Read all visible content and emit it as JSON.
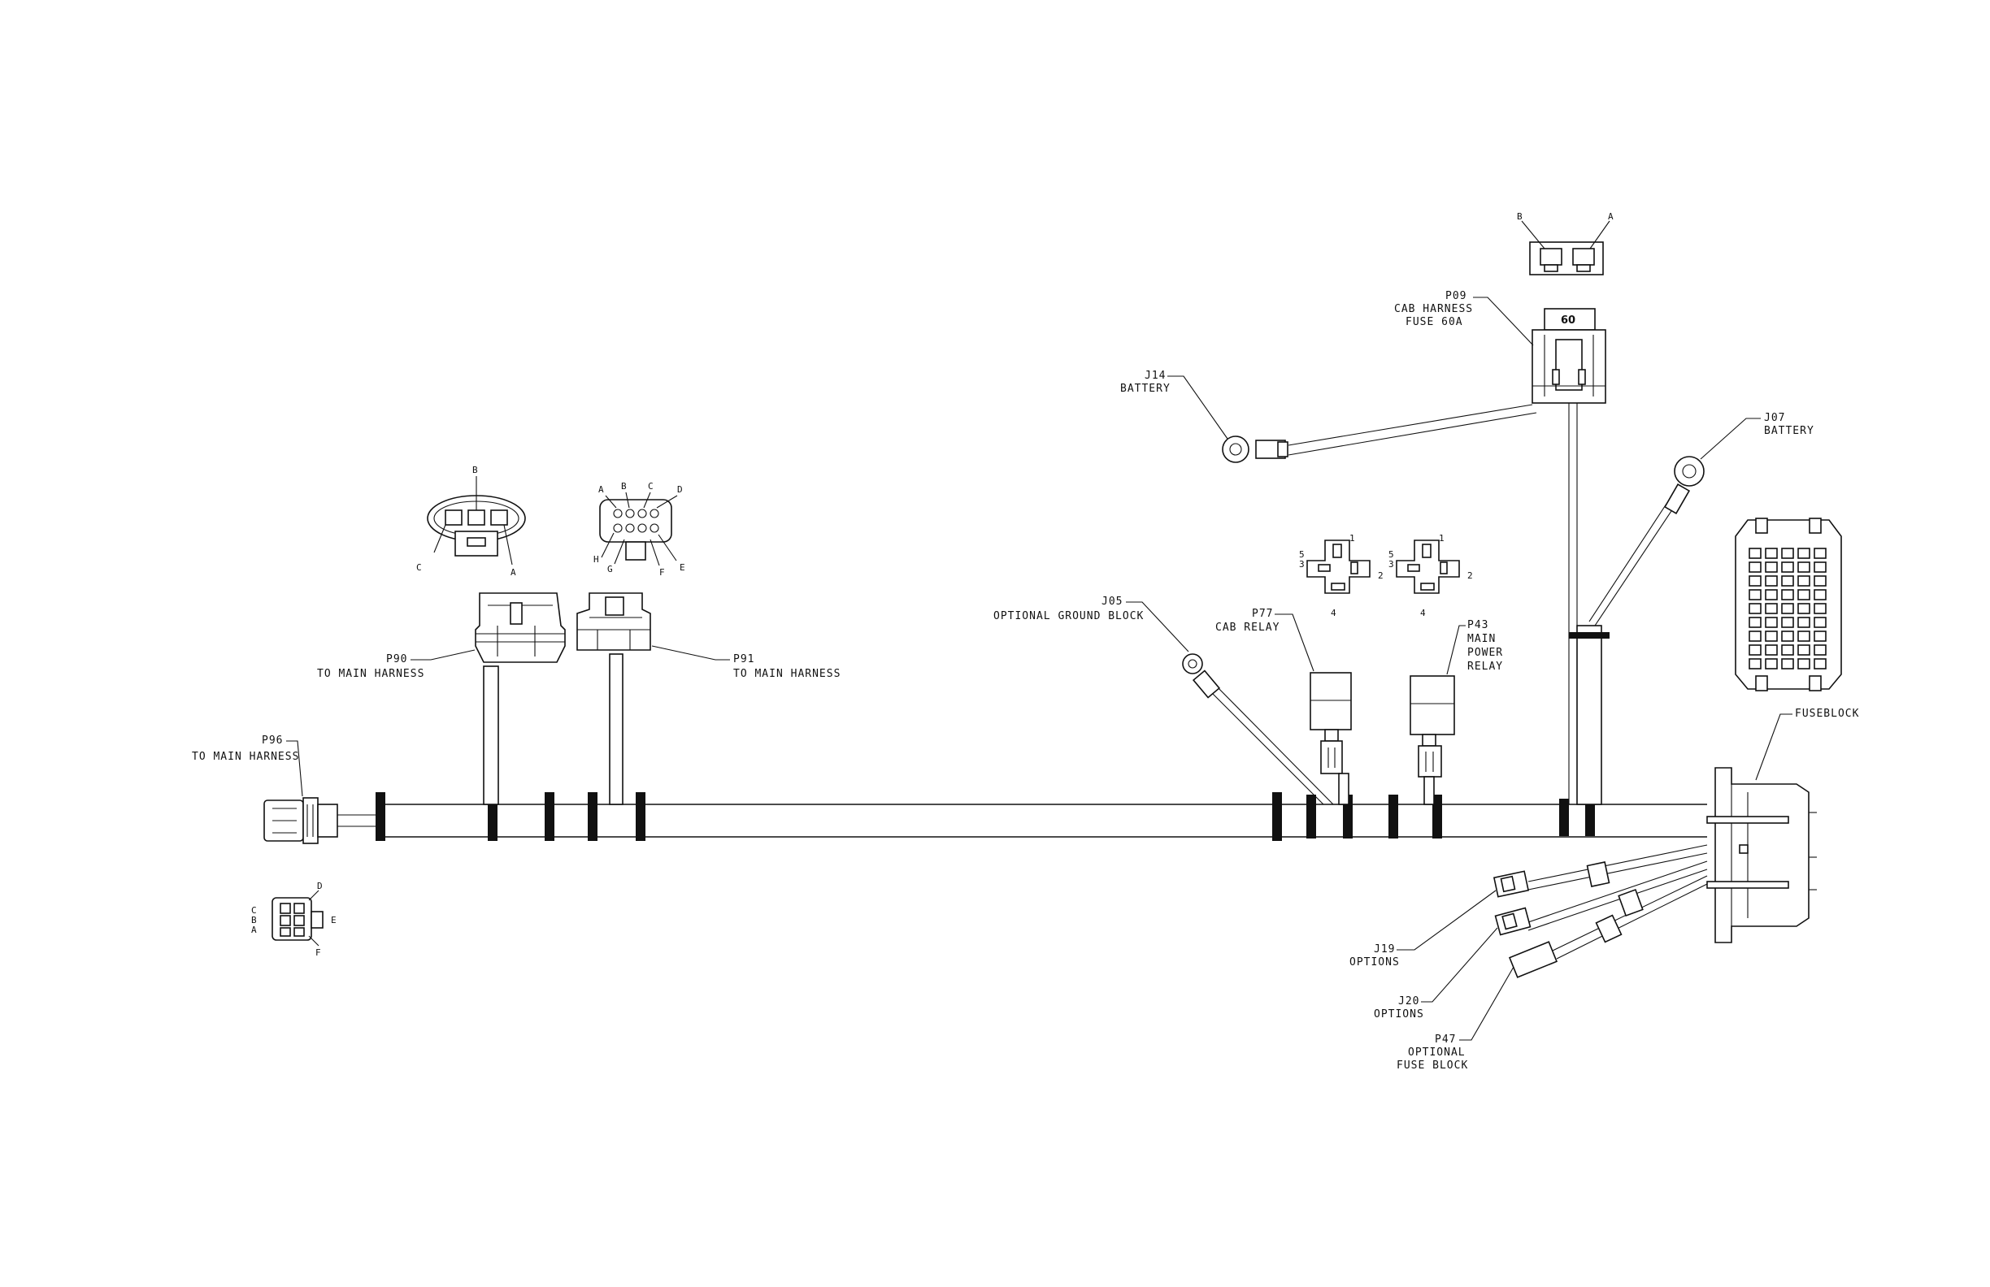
{
  "diagram": {
    "connectors": {
      "p96": {
        "id": "P96",
        "desc": "TO MAIN HARNESS",
        "pins": [
          "A",
          "B",
          "C",
          "D",
          "E",
          "F"
        ]
      },
      "p90": {
        "id": "P90",
        "desc": "TO MAIN HARNESS",
        "pins": [
          "A",
          "B",
          "C"
        ]
      },
      "p91": {
        "id": "P91",
        "desc": "TO MAIN HARNESS",
        "pins": [
          "A",
          "B",
          "C",
          "D",
          "E",
          "F",
          "G",
          "H"
        ]
      },
      "j05": {
        "id": "J05",
        "desc": "OPTIONAL GROUND BLOCK"
      },
      "p77": {
        "id": "P77",
        "desc": "CAB RELAY",
        "pins": [
          "1",
          "2",
          "3",
          "4",
          "5"
        ]
      },
      "p43": {
        "id": "P43",
        "desc_lines": [
          "MAIN",
          "POWER",
          "RELAY"
        ],
        "pins": [
          "1",
          "2",
          "3",
          "4",
          "5"
        ]
      },
      "j14": {
        "id": "J14",
        "desc": "BATTERY"
      },
      "p09": {
        "id": "P09",
        "desc_lines": [
          "CAB HARNESS",
          "FUSE 60A"
        ],
        "fuse_rating": "60",
        "pins": [
          "A",
          "B"
        ]
      },
      "j07": {
        "id": "J07",
        "desc": "BATTERY"
      },
      "fuseblock": {
        "desc": "FUSEBLOCK"
      },
      "j19": {
        "id": "J19",
        "desc": "OPTIONS"
      },
      "j20": {
        "id": "J20",
        "desc": "OPTIONS"
      },
      "p47": {
        "id": "P47",
        "desc_lines": [
          "OPTIONAL",
          "FUSE BLOCK"
        ]
      }
    }
  }
}
